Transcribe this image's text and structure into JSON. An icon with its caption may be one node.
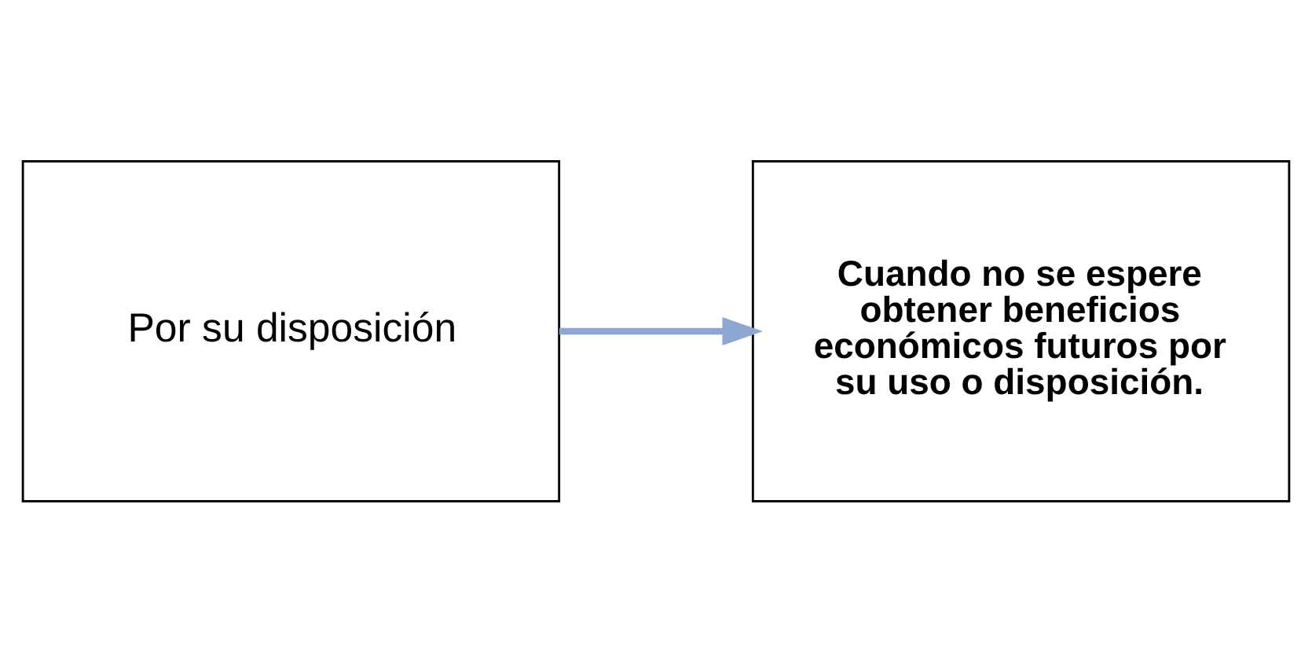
{
  "diagram": {
    "nodes": [
      {
        "text": [
          "Por su disposición"
        ]
      },
      {
        "text": [
          "Cuando no se espere obtener beneficios económicos futuros por su uso o disposición."
        ]
      }
    ],
    "edges": [
      {
        "from": 0,
        "to": 1,
        "arrow": "to"
      }
    ]
  }
}
